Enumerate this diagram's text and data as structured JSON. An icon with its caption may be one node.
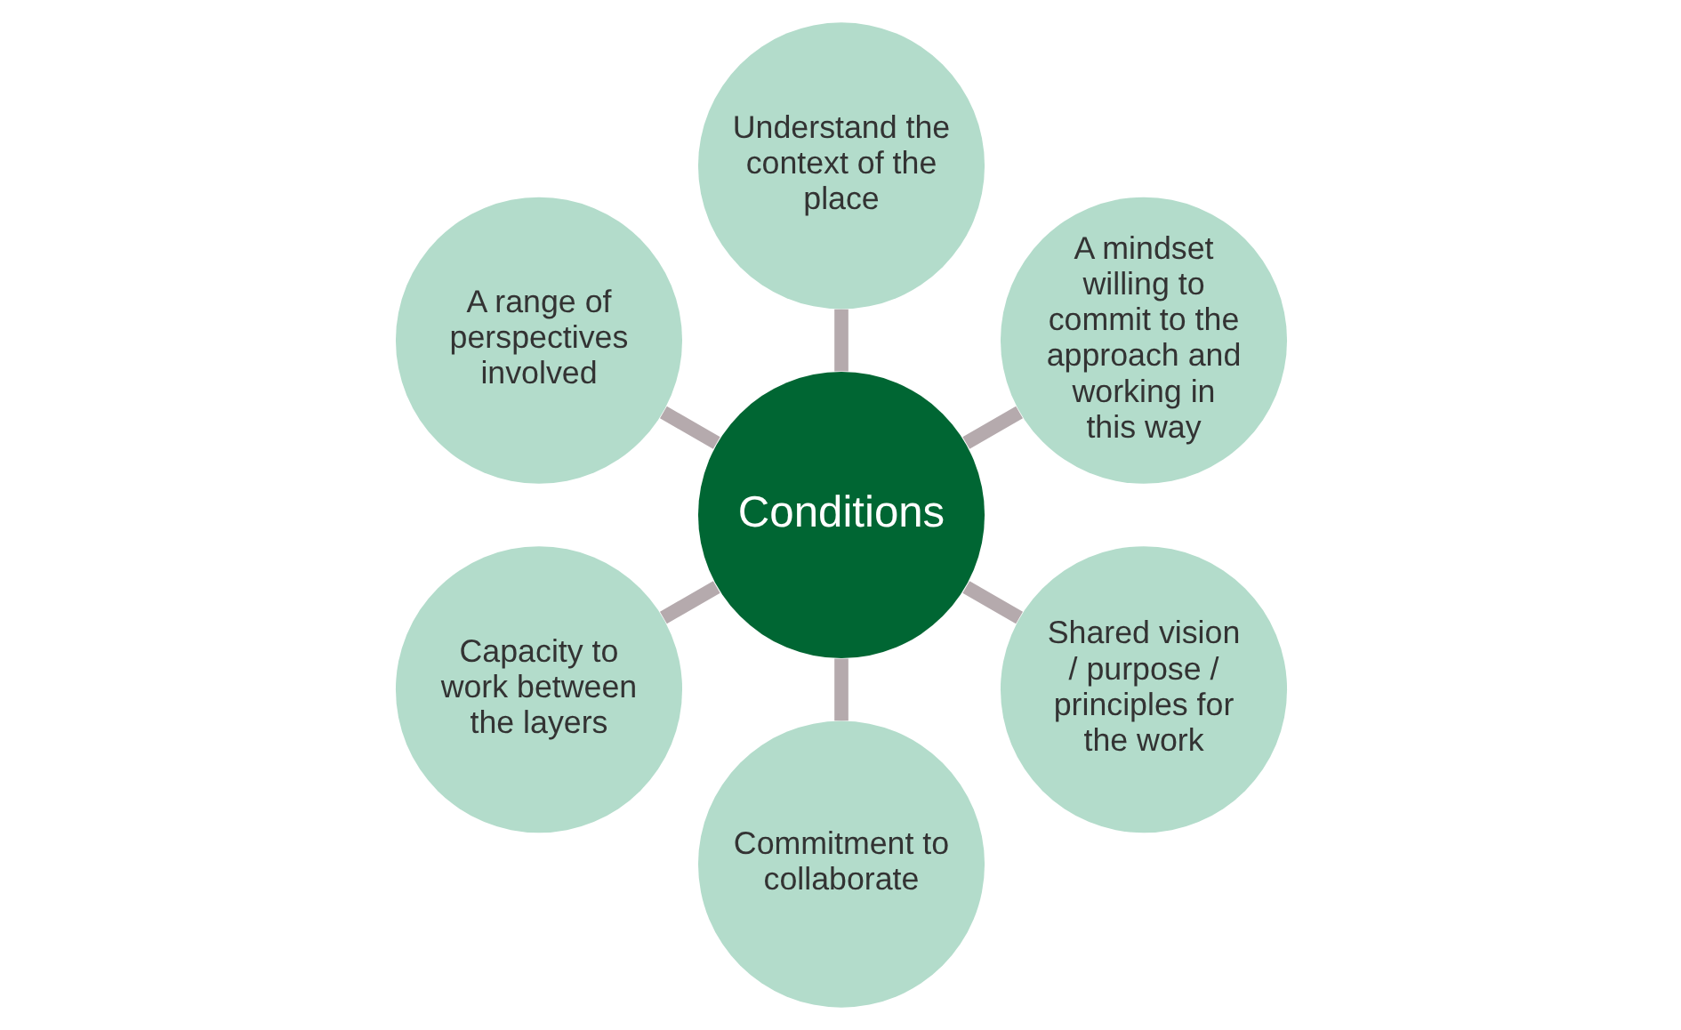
{
  "diagram": {
    "nodes": [
      {
        "text": [
          "Conditions"
        ]
      },
      {
        "text": [
          "A mindset willing to commit to the approach and working in this way"
        ]
      },
      {
        "text": [
          "Understand the context of the place"
        ]
      },
      {
        "text": [
          "A range of perspectives involved"
        ]
      },
      {
        "text": [
          "Capacity to work between the layers"
        ]
      },
      {
        "text": [
          "Commitment to collaborate"
        ]
      },
      {
        "text": [
          "Shared vision / purpose / principles for the work"
        ]
      }
    ],
    "edges": [
      {
        "from": 0,
        "to": 1,
        "arrow": "none"
      },
      {
        "from": 0,
        "to": 2,
        "arrow": "none"
      },
      {
        "from": 0,
        "to": 3,
        "arrow": "none"
      },
      {
        "from": 0,
        "to": 4,
        "arrow": "none"
      },
      {
        "from": 0,
        "to": 5,
        "arrow": "none"
      },
      {
        "from": 0,
        "to": 6,
        "arrow": "none"
      }
    ]
  }
}
